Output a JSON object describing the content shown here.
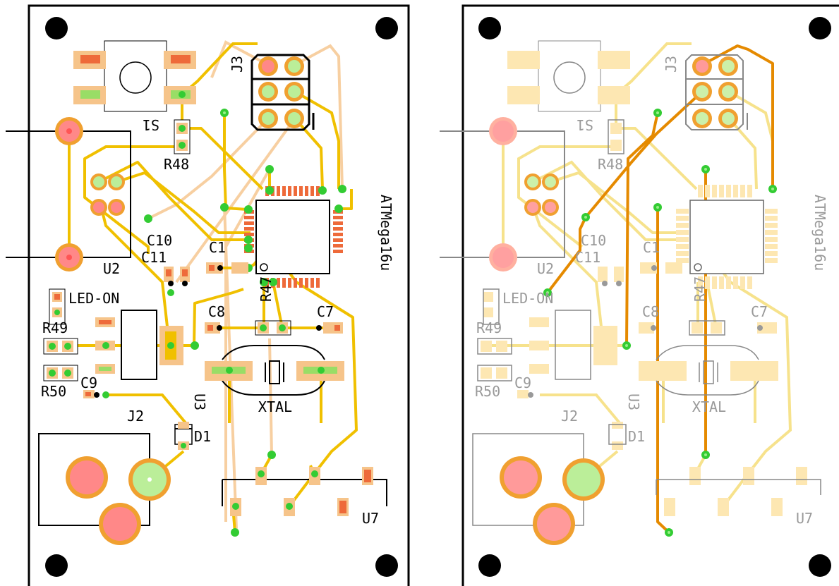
{
  "views": [
    {
      "id": "top",
      "labels": {
        "s1": "S1",
        "r48": "R48",
        "j3": "J3",
        "atmega": "ATMega16u",
        "u2": "U2",
        "c10": "C10",
        "c11": "C11",
        "c1": "C1",
        "led_on": "LED-ON",
        "r47": "R47",
        "c8": "C8",
        "c7": "C7",
        "r49": "R49",
        "r50": "R50",
        "c9": "C9",
        "u3": "U3",
        "xtal": "XTAL",
        "j2": "J2",
        "d1": "D1",
        "u7": "U7"
      }
    },
    {
      "id": "bottom",
      "labels": {
        "s1": "S1",
        "r48": "R48",
        "j3": "J3",
        "atmega": "ATMega16u",
        "u2": "U2",
        "c10": "C10",
        "c11": "C11",
        "c1": "C1",
        "led_on": "LED-ON",
        "r47": "R47",
        "c8": "C8",
        "c7": "C7",
        "r49": "R49",
        "r50": "R50",
        "c9": "C9",
        "u3": "U3",
        "xtal": "XTAL",
        "j2": "J2",
        "d1": "D1",
        "u7": "U7"
      }
    }
  ],
  "colors": {
    "trace_top": "#f2c100",
    "trace_bottom": "#e58a00",
    "pad_copper": "#f0a030",
    "pad_red": "#ff9a9a",
    "pad_green": "#99ee88",
    "outline": "#000000",
    "silk_faded": "#999999",
    "faded_pad": "#fde7b2"
  }
}
